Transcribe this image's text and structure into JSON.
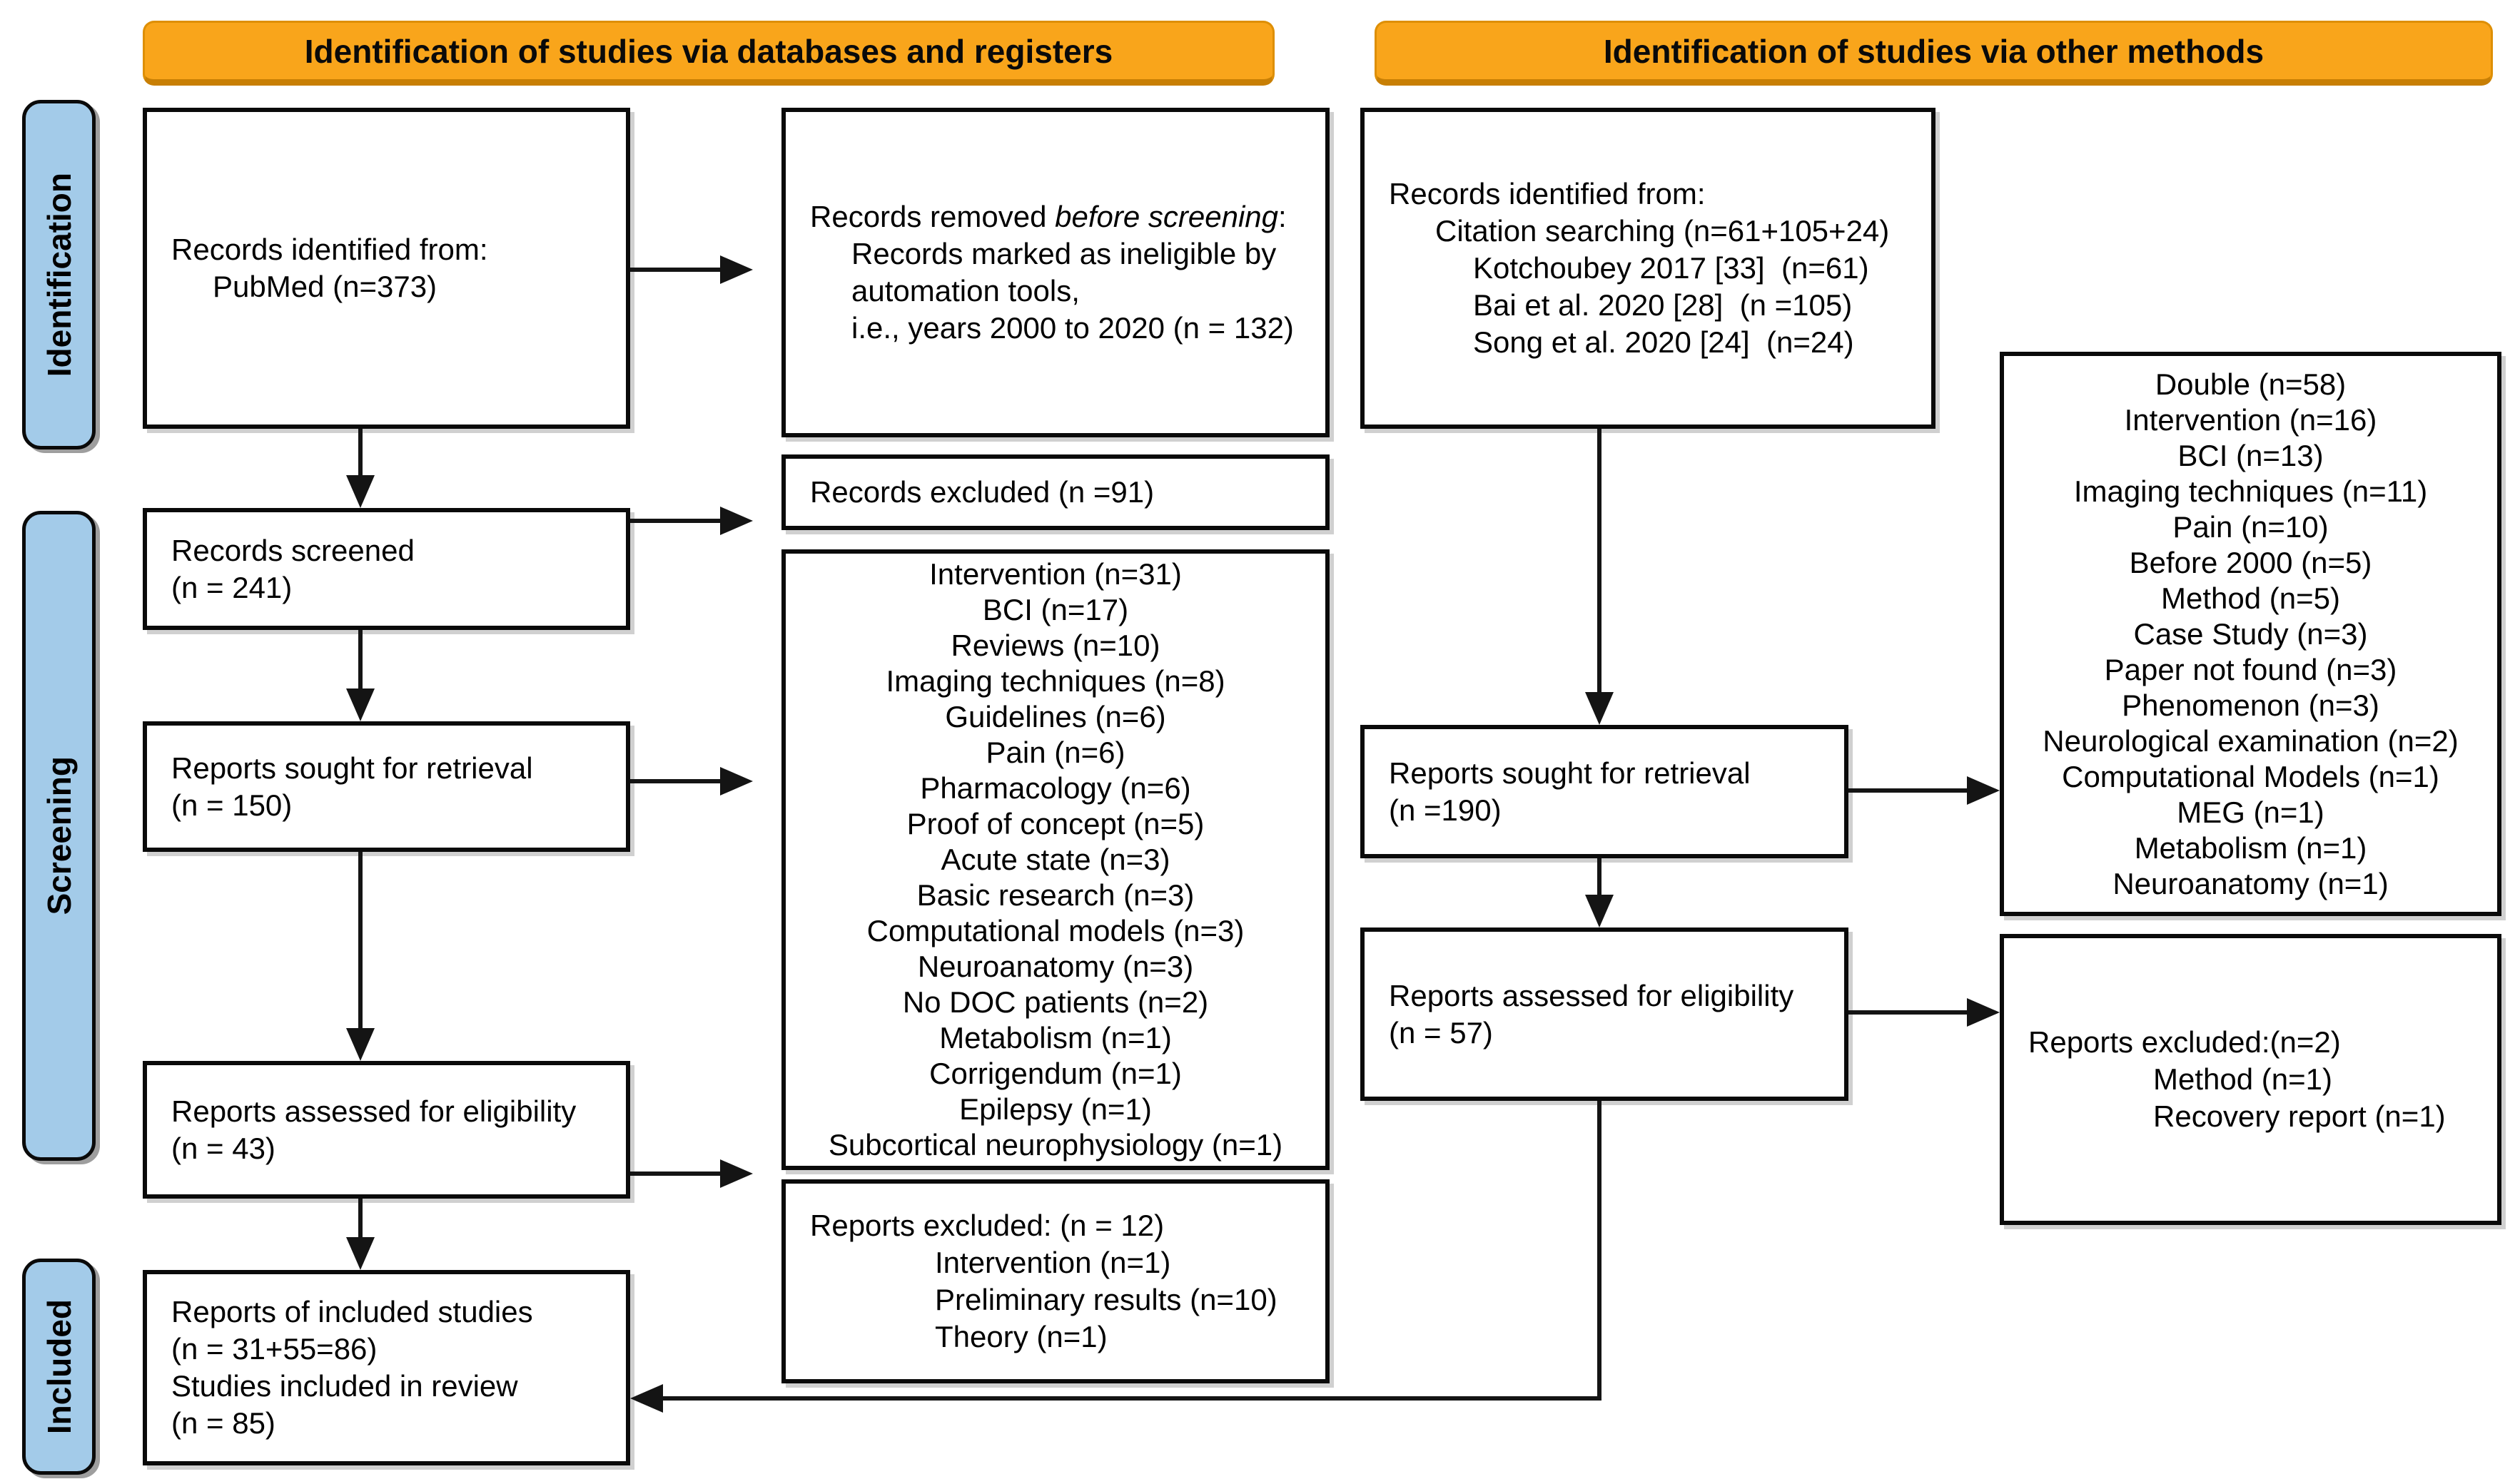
{
  "banners": {
    "databases": "Identification of studies via databases and registers",
    "other": "Identification of studies via other methods"
  },
  "stages": {
    "identification": "Identification",
    "screening": "Screening",
    "included": "Included"
  },
  "colors": {
    "banner_fill": "#F9A51B",
    "stage_fill": "#A3CBE9",
    "box_border": "#0a0a0a"
  },
  "boxes": {
    "records_identified_db": {
      "lines": [
        {
          "t": "Records identified from:",
          "l": 0
        },
        {
          "t": "PubMed (n=373)",
          "l": 1
        }
      ]
    },
    "records_removed": {
      "title_prefix": "Records removed ",
      "title_italic": "before screening",
      "title_suffix": ":",
      "lines": [
        {
          "t": "Records marked as ineligible by",
          "l": 1
        },
        {
          "t": "automation tools,",
          "l": 1
        },
        {
          "t": "i.e., years 2000 to 2020 (n = 132)",
          "l": 1
        }
      ]
    },
    "records_screened": {
      "lines": [
        {
          "t": "Records screened",
          "l": 0
        },
        {
          "t": "(n = 241)",
          "l": 0
        }
      ]
    },
    "records_excluded": {
      "lines": [
        {
          "t": "Records excluded (n =91)",
          "l": 0
        }
      ]
    },
    "excluded_reasons_db": {
      "lines": [
        "Intervention (n=31)",
        "BCI (n=17)",
        "Reviews (n=10)",
        "Imaging techniques (n=8)",
        "Guidelines (n=6)",
        "Pain (n=6)",
        "Pharmacology (n=6)",
        "Proof of concept (n=5)",
        "Acute state (n=3)",
        "Basic research (n=3)",
        "Computational models (n=3)",
        "Neuroanatomy (n=3)",
        "No DOC patients (n=2)",
        "Metabolism (n=1)",
        "Corrigendum (n=1)",
        "Epilepsy (n=1)",
        "Subcortical neurophysiology (n=1)"
      ]
    },
    "reports_sought_db": {
      "lines": [
        {
          "t": "Reports sought for retrieval",
          "l": 0
        },
        {
          "t": "(n = 150)",
          "l": 0
        }
      ]
    },
    "reports_assessed_db": {
      "lines": [
        {
          "t": "Reports assessed for eligibility",
          "l": 0
        },
        {
          "t": "(n = 43)",
          "l": 0
        }
      ]
    },
    "reports_excluded_db": {
      "lines": [
        {
          "t": "Reports excluded: (n = 12)",
          "l": 0
        },
        {
          "t": "Intervention (n=1)",
          "l": 1
        },
        {
          "t": "Preliminary results (n=10)",
          "l": 1
        },
        {
          "t": "Theory (n=1)",
          "l": 1
        }
      ]
    },
    "included_studies": {
      "lines": [
        {
          "t": "Reports of included studies",
          "l": 0
        },
        {
          "t": "(n = 31+55=86)",
          "l": 0
        },
        {
          "t": "Studies included in review",
          "l": 0
        },
        {
          "t": "(n = 85)",
          "l": 0
        }
      ]
    },
    "records_identified_other": {
      "lines": [
        {
          "t": "Records identified from:",
          "l": 0
        },
        {
          "t": "Citation searching (n=61+105+24)",
          "l": 1
        },
        {
          "t": "Kotchoubey 2017 [33]  (n=61)",
          "l": 2
        },
        {
          "t": "Bai et al. 2020 [28]  (n =105)",
          "l": 2
        },
        {
          "t": "Song et al. 2020 [24]  (n=24)",
          "l": 2
        }
      ]
    },
    "reports_sought_other": {
      "lines": [
        {
          "t": "Reports sought for retrieval",
          "l": 0
        },
        {
          "t": "(n =190)",
          "l": 0
        }
      ]
    },
    "reports_assessed_other": {
      "lines": [
        {
          "t": "Reports assessed for eligibility",
          "l": 0
        },
        {
          "t": "(n = 57)",
          "l": 0
        }
      ]
    },
    "excluded_reasons_other": {
      "lines": [
        "Double (n=58)",
        "Intervention (n=16)",
        "BCI (n=13)",
        "Imaging techniques (n=11)",
        "Pain (n=10)",
        "Before 2000 (n=5)",
        "Method (n=5)",
        "Case Study (n=3)",
        "Paper not found (n=3)",
        "Phenomenon (n=3)",
        "Neurological examination (n=2)",
        "Computational Models (n=1)",
        "MEG (n=1)",
        "Metabolism (n=1)",
        "Neuroanatomy (n=1)"
      ]
    },
    "reports_excluded_other": {
      "lines": [
        {
          "t": "Reports excluded:(n=2)",
          "l": 0
        },
        {
          "t": "Method (n=1)",
          "l": 1
        },
        {
          "t": "Recovery report (n=1)",
          "l": 1
        }
      ]
    }
  }
}
